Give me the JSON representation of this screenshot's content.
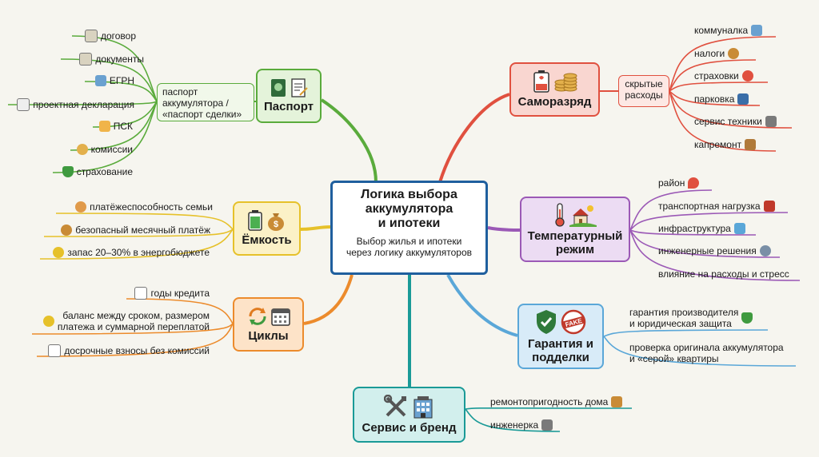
{
  "center": {
    "title": "Логика выбора\nаккумулятора\nи ипотеки",
    "subtitle": "Выбор жилья и ипотеки\nчерез логику аккумуляторов"
  },
  "branches": {
    "passport": {
      "label": "Паспорт",
      "color": "#5aab3c",
      "subnode": "паспорт\nаккумулятора /\n«паспорт сделки»",
      "leaves": [
        "договор",
        "документы",
        "ЕГРН",
        "проектная декларация",
        "ПСК",
        "комиссии",
        "страхование"
      ]
    },
    "capacity": {
      "label": "Ёмкость",
      "color": "#e6c12a",
      "leaves": [
        "платёжеспособность семьи",
        "безопасный месячный платёж",
        "запас 20–30% в энергобюджете"
      ]
    },
    "cycles": {
      "label": "Циклы",
      "color": "#ec8b2c",
      "leaves": [
        "годы кредита",
        "баланс между сроком, размером\nплатежа и суммарной переплатой",
        "досрочные взносы без комиссий"
      ]
    },
    "selfdischarge": {
      "label": "Саморазряд",
      "color": "#e0503f",
      "subnode": "скрытые\nрасходы",
      "leaves": [
        "коммуналка",
        "налоги",
        "страховки",
        "парковка",
        "сервис техники",
        "капремонт"
      ]
    },
    "temperature": {
      "label": "Температурный\nрежим",
      "color": "#9b59b6",
      "leaves": [
        "район",
        "транспортная нагрузка",
        "инфраструктура",
        "инженерные решения",
        "влияние на расходы и стресс"
      ]
    },
    "warranty": {
      "label": "Гарантия и\nподделки",
      "color": "#5aa7d8",
      "badge": "FAKE",
      "leaves": [
        "гарантия производителя\nи юридическая защита",
        "проверка оригинала аккумулятора\nи «серой» квартиры"
      ]
    },
    "service": {
      "label": "Сервис и бренд",
      "color": "#1a9a97",
      "leaves": [
        "ремонтопригодность дома",
        "инженерка"
      ]
    }
  },
  "icons": {
    "passport": [
      "passport-book-icon",
      "document-sign-icon"
    ],
    "capacity": [
      "battery-icon",
      "money-bag-icon"
    ],
    "cycles": [
      "cycle-arrows-icon",
      "calendar-icon"
    ],
    "selfdischarge": [
      "battery-drain-icon",
      "coin-stack-icon"
    ],
    "temperature": [
      "thermometer-icon",
      "house-sun-icon"
    ],
    "warranty": [
      "shield-check-icon",
      "fake-stamp-icon"
    ],
    "service": [
      "tools-icon",
      "building-icon"
    ]
  }
}
